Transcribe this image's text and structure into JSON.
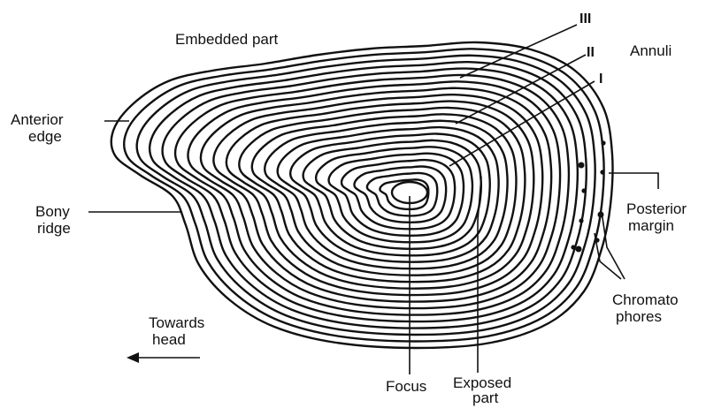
{
  "labels": {
    "embedded_part": "Embedded part",
    "annuli": "Annuli",
    "annulus_iii": "III",
    "annulus_ii": "II",
    "annulus_i": "I",
    "anterior_edge_1": "Anterior",
    "anterior_edge_2": "edge",
    "bony_ridge_1": "Bony",
    "bony_ridge_2": "ridge",
    "posterior_margin_1": "Posterior",
    "posterior_margin_2": "margin",
    "chromatophores_1": "Chromato",
    "chromatophores_2": "phores",
    "towards_head_1": "Towards",
    "towards_head_2": "head",
    "focus": "Focus",
    "exposed_part_1": "Exposed",
    "exposed_part_2": "part"
  },
  "colors": {
    "line": "#111111",
    "background": "#ffffff"
  }
}
